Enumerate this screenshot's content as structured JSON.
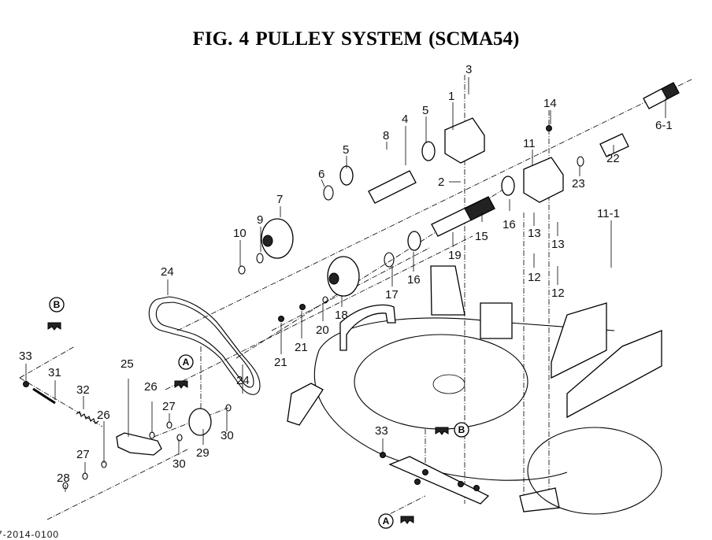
{
  "figure": {
    "title": "FIG.  4  PULLEY SYSTEM (SCMA54)",
    "footer_code": "7-2014-0100"
  },
  "reference_markers": {
    "a": "A",
    "b": "B"
  },
  "callouts": {
    "c1": "1",
    "c2": "2",
    "c3": "3",
    "c4": "4",
    "c5a": "5",
    "c5b": "5",
    "c6": "6",
    "c6_1": "6-1",
    "c7": "7",
    "c8": "8",
    "c9": "9",
    "c10": "10",
    "c11": "11",
    "c11_1": "11-1",
    "c12a": "12",
    "c12b": "12",
    "c13a": "13",
    "c13b": "13",
    "c14": "14",
    "c15": "15",
    "c16a": "16",
    "c16b": "16",
    "c17": "17",
    "c18": "18",
    "c19": "19",
    "c20": "20",
    "c21a": "21",
    "c21b": "21",
    "c22": "22",
    "c23": "23",
    "c24a": "24",
    "c24b": "24",
    "c25": "25",
    "c26a": "26",
    "c26b": "26",
    "c27a": "27",
    "c27b": "27",
    "c28": "28",
    "c29": "29",
    "c30a": "30",
    "c30b": "30",
    "c31": "31",
    "c32": "32",
    "c33a": "33",
    "c33b": "33"
  }
}
